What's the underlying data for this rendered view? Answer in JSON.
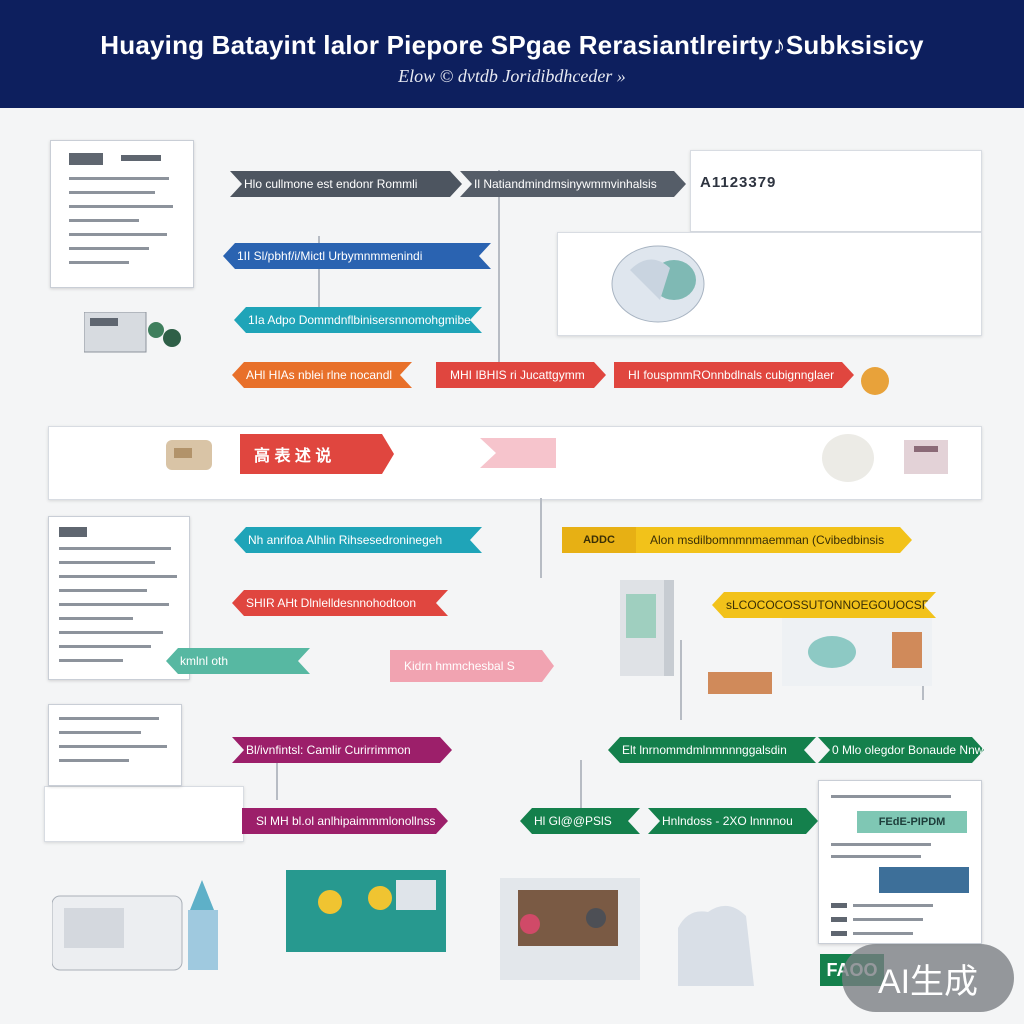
{
  "header": {
    "title": "Huaying Batayint lalor Piepore SPgae Rerasiantlreirty♪Subksisicy",
    "subtitle": "Elow © dvtdb Joridibdhceder »"
  },
  "top_code": "A1123379",
  "banners": {
    "b1": "Hlo cullmone est endonr Rommli",
    "b2": "Il Natiandmindmsinywmmvinhalsis",
    "b3": "1II Sl/pbhf/i/Mictl Urbymnmmenindi",
    "b4": "1Ia Adpo Dommdnflbinisersnnomohgmibe",
    "b5": "AHl HIAs nblei rlne nocandl",
    "b6": "MHI IBHIS ri Jucattgymm",
    "b7": "HI fouspmmROnnbdlnals cubignnglaer",
    "b8": "高 表 述 说",
    "b9": "Nh anrifoa Alhlin Rihsesedroninegeh",
    "b10": "Alon msdilbomnmnmaemman (Cvibedbinsis",
    "b11": "SHIR AHt Dlnlelldesnnohodtoon",
    "b12": "sLCOCOCOSSUTONNOEGOUOCSRccalmssibre",
    "b13": "kmlnl oth",
    "b14": "Kidrn hmmchesbal S",
    "b15": "Elt lnrnommdmlnmnnnggalsdin",
    "b16": "0 Mlo olegdor Bonaude Nnw",
    "b17": "Bl/ivnfintsl: Camlir Curirrimmon",
    "b18": "Sl MH bl.ol anlhipaimmmlonollnss",
    "b19": "Hl Gl@@PSlS",
    "b20": "Hnlndoss - 2XO lnnnnou",
    "small_tag": "ADDC",
    "card_title": "FEdE-PIPDM"
  },
  "footer": {
    "label": "FAOO"
  },
  "watermark": "AI生成",
  "colors": {
    "navy": "#0d1f5e",
    "dark_gray": "#4d5560",
    "blue": "#2a63b1",
    "teal": "#1fa4b8",
    "orange": "#e8702a",
    "red": "#e0463f",
    "yellow": "#f2c21a",
    "pink": "#f1a3b1",
    "green": "#14804c",
    "magenta": "#9c1f6a",
    "mint": "#57b8a2"
  }
}
